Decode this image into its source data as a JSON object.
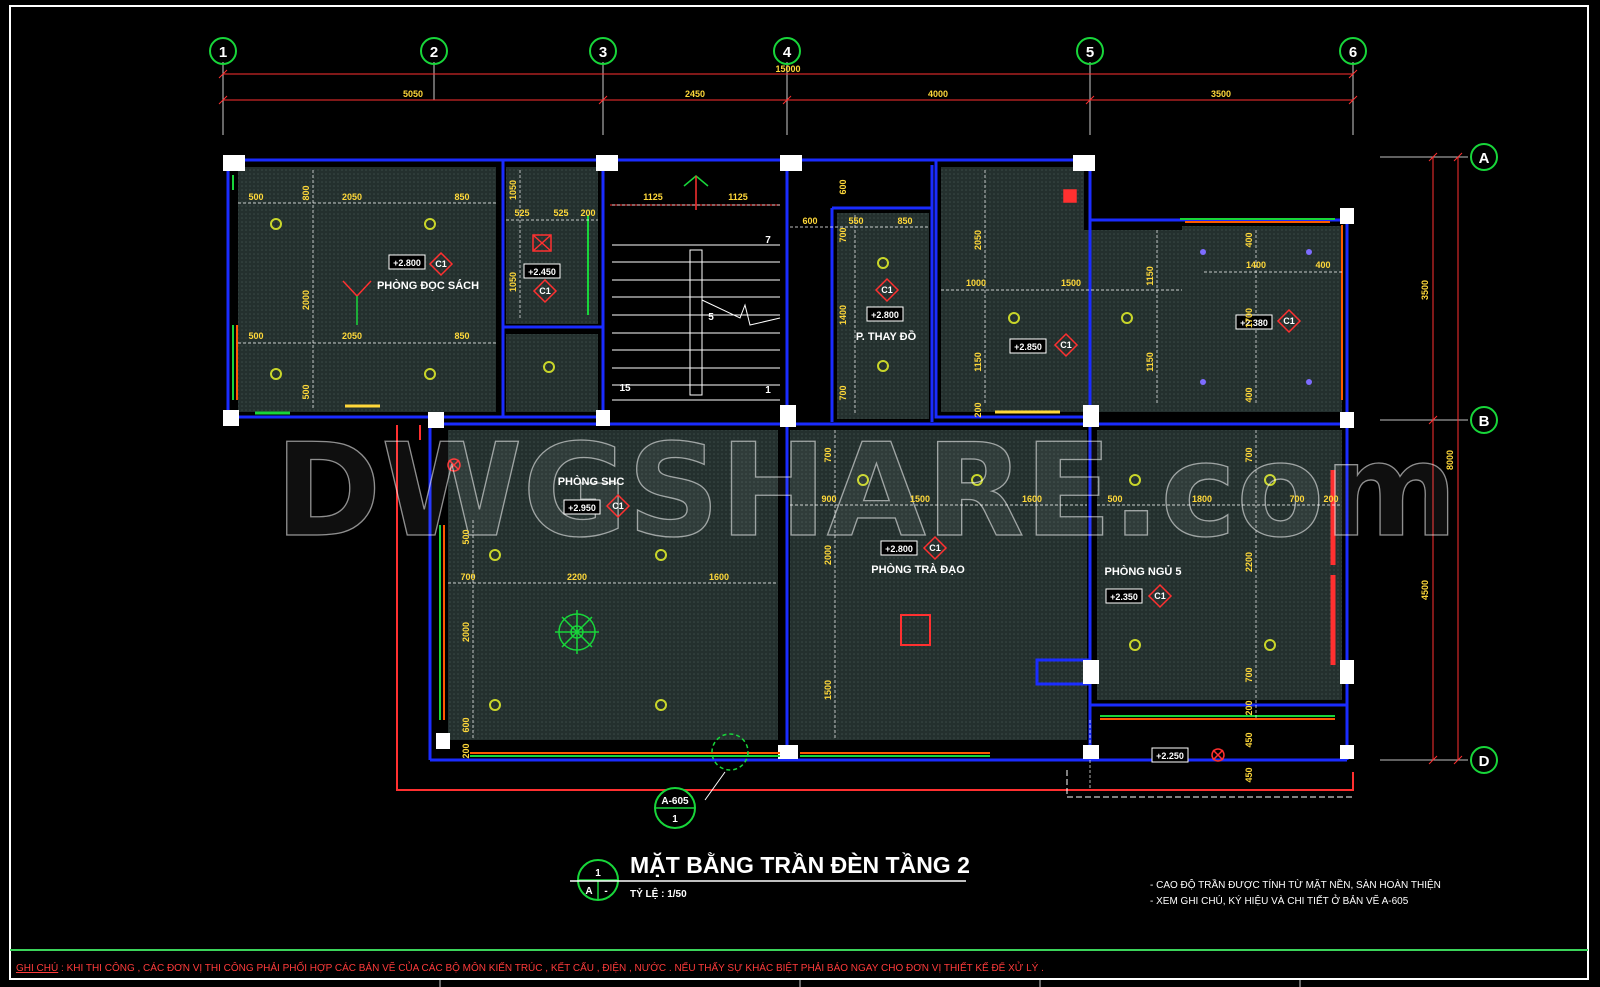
{
  "grid_columns": [
    "1",
    "2",
    "3",
    "4",
    "5",
    "6"
  ],
  "grid_rows": [
    "A",
    "B",
    "D"
  ],
  "dims_top": {
    "overall": "15000",
    "spans": [
      "5050",
      "2450",
      "4000",
      "3500"
    ]
  },
  "dims_right": {
    "overall": "8000",
    "spans": [
      "3500",
      "4500"
    ]
  },
  "rooms": {
    "reading": "PHÒNG ĐỌC SÁCH",
    "change": "P. THAY ĐỒ",
    "shc": "PHÒNG SHC",
    "tea": "PHÒNG TRÀ ĐẠO",
    "bed5": "PHÒNG NGỦ 5"
  },
  "ceiling_tag": "C1",
  "levels": {
    "reading": "+2.800",
    "wc": "+2.450",
    "change": "+2.800",
    "mid": "+2.850",
    "right": "+2.380",
    "shc": "+2.950",
    "tea": "+2.800",
    "bed5": "+2.350",
    "balcony": "+2.250"
  },
  "inner_dims": {
    "reading": [
      "500",
      "2050",
      "850",
      "800",
      "2000",
      "500",
      "2050",
      "850",
      "500"
    ],
    "wc": [
      "1050",
      "525",
      "525",
      "200",
      "1050"
    ],
    "stair": [
      "1125",
      "1125",
      "7",
      "5",
      "15",
      "1"
    ],
    "change": [
      "600",
      "550",
      "850",
      "600",
      "700",
      "1400",
      "700"
    ],
    "mid": [
      "2050",
      "1000",
      "1500",
      "1150",
      "1150",
      "1150",
      "200"
    ],
    "right": [
      "400",
      "1400",
      "400",
      "1700",
      "400"
    ],
    "shc": [
      "500",
      "700",
      "2200",
      "1600",
      "2000",
      "600",
      "200"
    ],
    "tea": [
      "700",
      "900",
      "1500",
      "1600",
      "2000",
      "1500"
    ],
    "bed5": [
      "500",
      "1800",
      "700",
      "200",
      "700",
      "2200",
      "700",
      "200",
      "450",
      "450"
    ]
  },
  "section_ref": {
    "sheet": "A-605",
    "num": "1"
  },
  "watermark": "DWGSHARE.com",
  "title": {
    "num": "1",
    "sheet": "A",
    "dash": "-",
    "main": "MẶT BẰNG TRẦN ĐÈN TẦNG 2",
    "scale": "TỶ LỆ : 1/50"
  },
  "notes": [
    "- CAO ĐỘ TRẦN ĐƯỢC TÍNH TỪ MẶT NỀN, SÀN HOÀN THIỆN",
    "- XEM GHI CHÚ, KÝ HIỆU VÀ CHI TIẾT Ở BẢN VẼ A-605"
  ],
  "footer": {
    "label": "GHI CHÚ",
    "text": " : KHI THI CÔNG , CÁC ĐƠN VỊ THI CÔNG PHẢI PHỐI HỢP CÁC BẢN VẼ CỦA CÁC BỘ MÔN KIẾN TRÚC , KẾT CẤU , ĐIỆN , NƯỚC . NẾU THẤY SỰ KHÁC BIỆT PHẢI BÁO NGAY CHO ĐƠN VỊ THIẾT KẾ ĐỂ XỬ LÝ ."
  },
  "colors": {
    "wall": "#1a2cff",
    "grid": "#18d63a",
    "dim": "#ff3030",
    "text_dim": "#ffd83a",
    "hatch": "#21302d",
    "frame": "#3bd45a"
  }
}
